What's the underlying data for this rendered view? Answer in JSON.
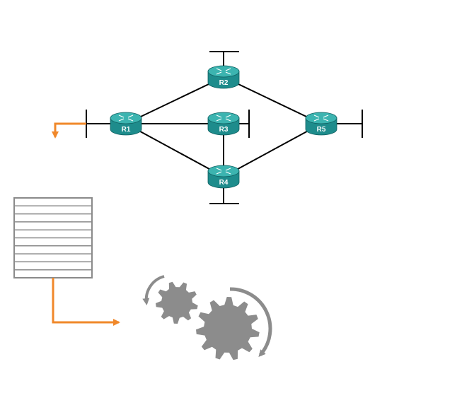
{
  "routers": [
    {
      "id": "r1",
      "label": "R1"
    },
    {
      "id": "r2",
      "label": "R2"
    },
    {
      "id": "r3",
      "label": "R3"
    },
    {
      "id": "r4",
      "label": "R4"
    },
    {
      "id": "r5",
      "label": "R5"
    }
  ],
  "links": [
    [
      "r1",
      "r2"
    ],
    [
      "r1",
      "r3"
    ],
    [
      "r1",
      "r4"
    ],
    [
      "r2",
      "r5"
    ],
    [
      "r3",
      "r4"
    ],
    [
      "r4",
      "r5"
    ]
  ],
  "colors": {
    "router_body": "#1e8c8c",
    "router_top": "#3cb4b0",
    "router_shadow": "#0f5f60",
    "link": "#000000",
    "arrow": "#f0882a",
    "table": "#8a8a8a",
    "gear": "#8c8c8c"
  },
  "icons": {
    "table": "routing-table-icon",
    "gears": "processing-gears-icon",
    "arrow": "flow-arrow-icon"
  },
  "table_row_count": 10
}
